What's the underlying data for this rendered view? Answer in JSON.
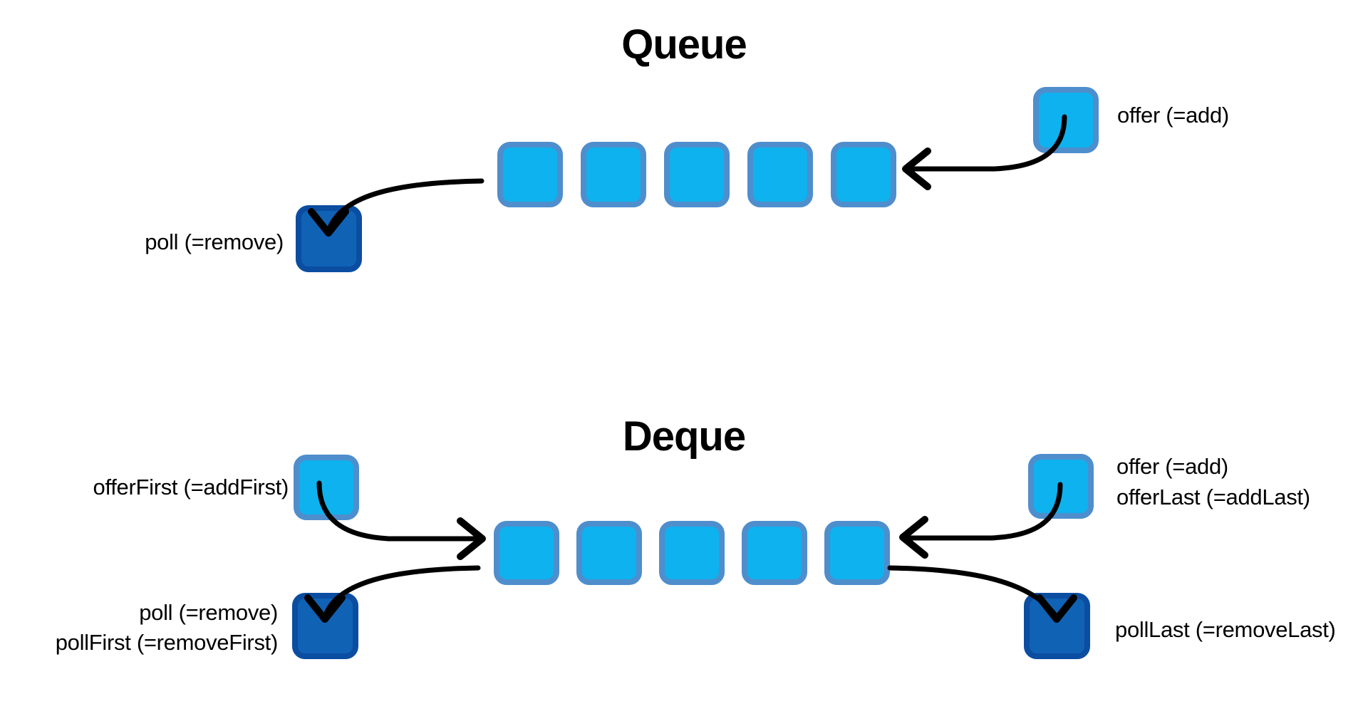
{
  "colors": {
    "light_fill": "#0eb2ee",
    "light_border": "#4e8ecd",
    "dark_fill": "#1062b5",
    "dark_border": "#0b4da1",
    "arrow": "#000000",
    "text": "#000000",
    "background": "#ffffff"
  },
  "queue": {
    "title": "Queue",
    "cell_count": 5,
    "offer": {
      "label": "offer (=add)"
    },
    "poll": {
      "label": "poll (=remove)"
    }
  },
  "deque": {
    "title": "Deque",
    "cell_count": 5,
    "offer_first": {
      "label": "offerFirst (=addFirst)"
    },
    "offer_last": {
      "labels": [
        "offer (=add)",
        "offerLast (=addLast)"
      ]
    },
    "poll_first": {
      "labels": [
        "poll (=remove)",
        "pollFirst (=removeFirst)"
      ]
    },
    "poll_last": {
      "label": "pollLast (=removeLast)"
    }
  }
}
